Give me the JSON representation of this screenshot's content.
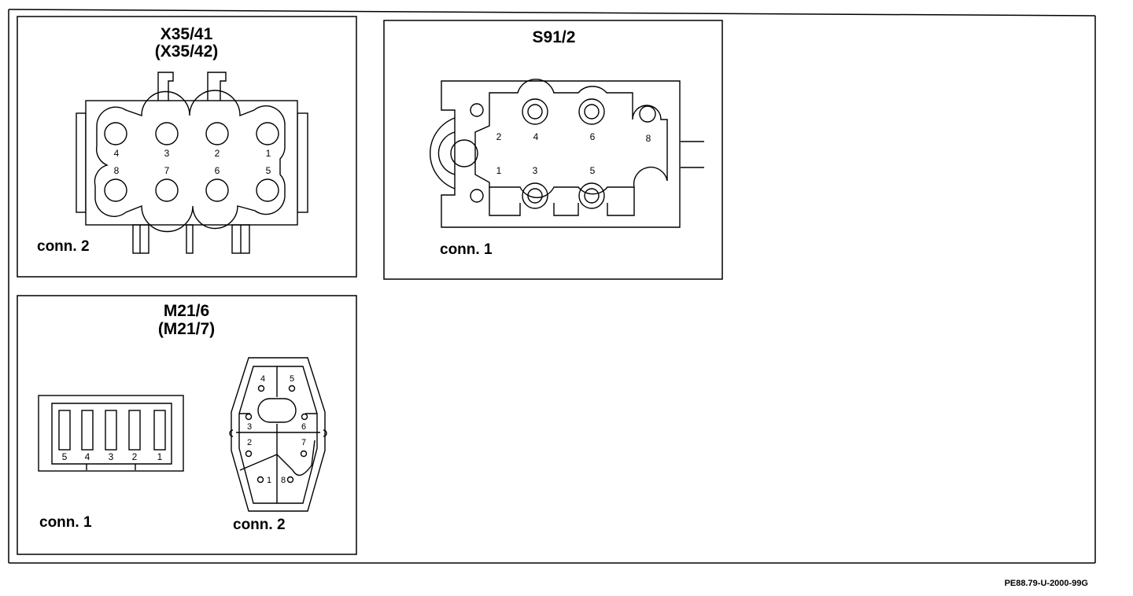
{
  "doc_id": "PE88.79-U-2000-99G",
  "panels": {
    "x35": {
      "title": "X35/41",
      "subtitle": "(X35/42)",
      "conn_label": "conn. 2",
      "pins_top": [
        "4",
        "3",
        "2",
        "1"
      ],
      "pins_bottom": [
        "8",
        "7",
        "6",
        "5"
      ]
    },
    "s91": {
      "title": "S91/2",
      "conn_label": "conn. 1",
      "pins": [
        "1",
        "2",
        "3",
        "4",
        "5",
        "6",
        "8"
      ]
    },
    "m21": {
      "title": "M21/6",
      "subtitle": "(M21/7)",
      "conn1_label": "conn. 1",
      "conn1_pins": [
        "5",
        "4",
        "3",
        "2",
        "1"
      ],
      "conn2_label": "conn. 2",
      "conn2_pins": [
        "4",
        "5",
        "3",
        "6",
        "2",
        "7",
        "1",
        "8"
      ]
    }
  }
}
